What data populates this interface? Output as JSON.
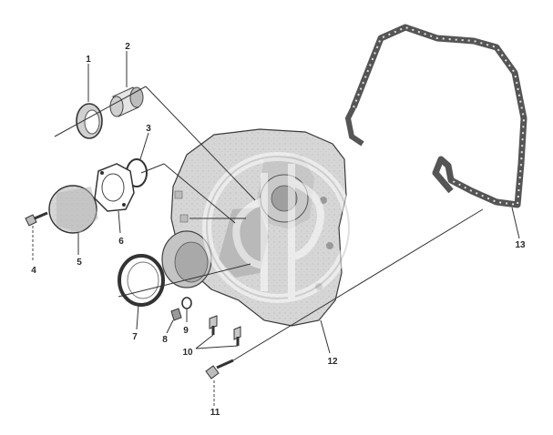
{
  "diagram": {
    "kind": "exploded-parts-view",
    "callouts": [
      {
        "id": "1",
        "label": "1"
      },
      {
        "id": "2",
        "label": "2"
      },
      {
        "id": "3",
        "label": "3"
      },
      {
        "id": "4",
        "label": "4"
      },
      {
        "id": "5",
        "label": "5"
      },
      {
        "id": "6",
        "label": "6"
      },
      {
        "id": "7",
        "label": "7"
      },
      {
        "id": "8",
        "label": "8"
      },
      {
        "id": "9",
        "label": "9"
      },
      {
        "id": "10",
        "label": "10"
      },
      {
        "id": "11",
        "label": "11"
      },
      {
        "id": "12",
        "label": "12"
      },
      {
        "id": "13",
        "label": "13"
      }
    ],
    "colors": {
      "background": "#ffffff",
      "part_fill": "#d9d9d9",
      "part_shadow": "#a8a8a8",
      "line": "#333333",
      "watermark": "#bdbdbd"
    },
    "watermark_icon": "logo-watermark-icon"
  }
}
